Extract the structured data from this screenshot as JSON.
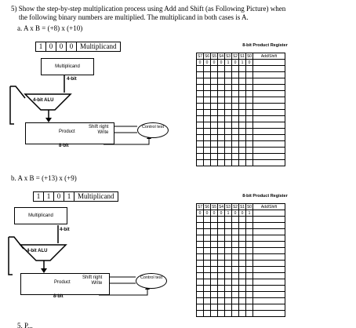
{
  "question": {
    "number": "5)",
    "text_line1": "Show the step-by-step multiplication process using Add and Shift (as Following Picture) when",
    "text_line2": "the following binary numbers are multiplied. The multiplicand in both cases is A."
  },
  "part_a": {
    "label": "a.",
    "expr": "A x B = (+8) x (+10)",
    "multiplicand_bits": [
      "1",
      "0",
      "0",
      "0"
    ],
    "multiplicand_label": "Multiplicand",
    "register_title": "8-bit Product Register",
    "register_headers": [
      "S7",
      "S6",
      "S5",
      "S4",
      "S3",
      "S2",
      "S1",
      "S0",
      "Add/Shift"
    ],
    "register_first_row": [
      "0",
      "0",
      "0",
      "0",
      "1",
      "0",
      "1",
      "0",
      ""
    ]
  },
  "part_b": {
    "label": "b.",
    "expr": "A x B = (+13) x (+9)",
    "multiplicand_bits": [
      "1",
      "1",
      "0",
      "1"
    ],
    "multiplicand_label": "Multiplicand",
    "register_title": "8-bit Product Register",
    "register_headers": [
      "S7",
      "S6",
      "S5",
      "S4",
      "S3",
      "S2",
      "S1",
      "S0",
      "Add/Shift"
    ],
    "register_first_row": [
      "0",
      "0",
      "0",
      "0",
      "1",
      "0",
      "0",
      "1",
      ""
    ]
  },
  "diagram": {
    "multiplicand_box": "Multiplicand",
    "bus_label": "4-bit",
    "alu_label": "4-bit ALU",
    "product_label": "Product",
    "shift_label": "Shift right",
    "write_label": "Write",
    "control_label": "Control test",
    "product_width": "8-bit"
  },
  "footer_fragment": "5. P..."
}
